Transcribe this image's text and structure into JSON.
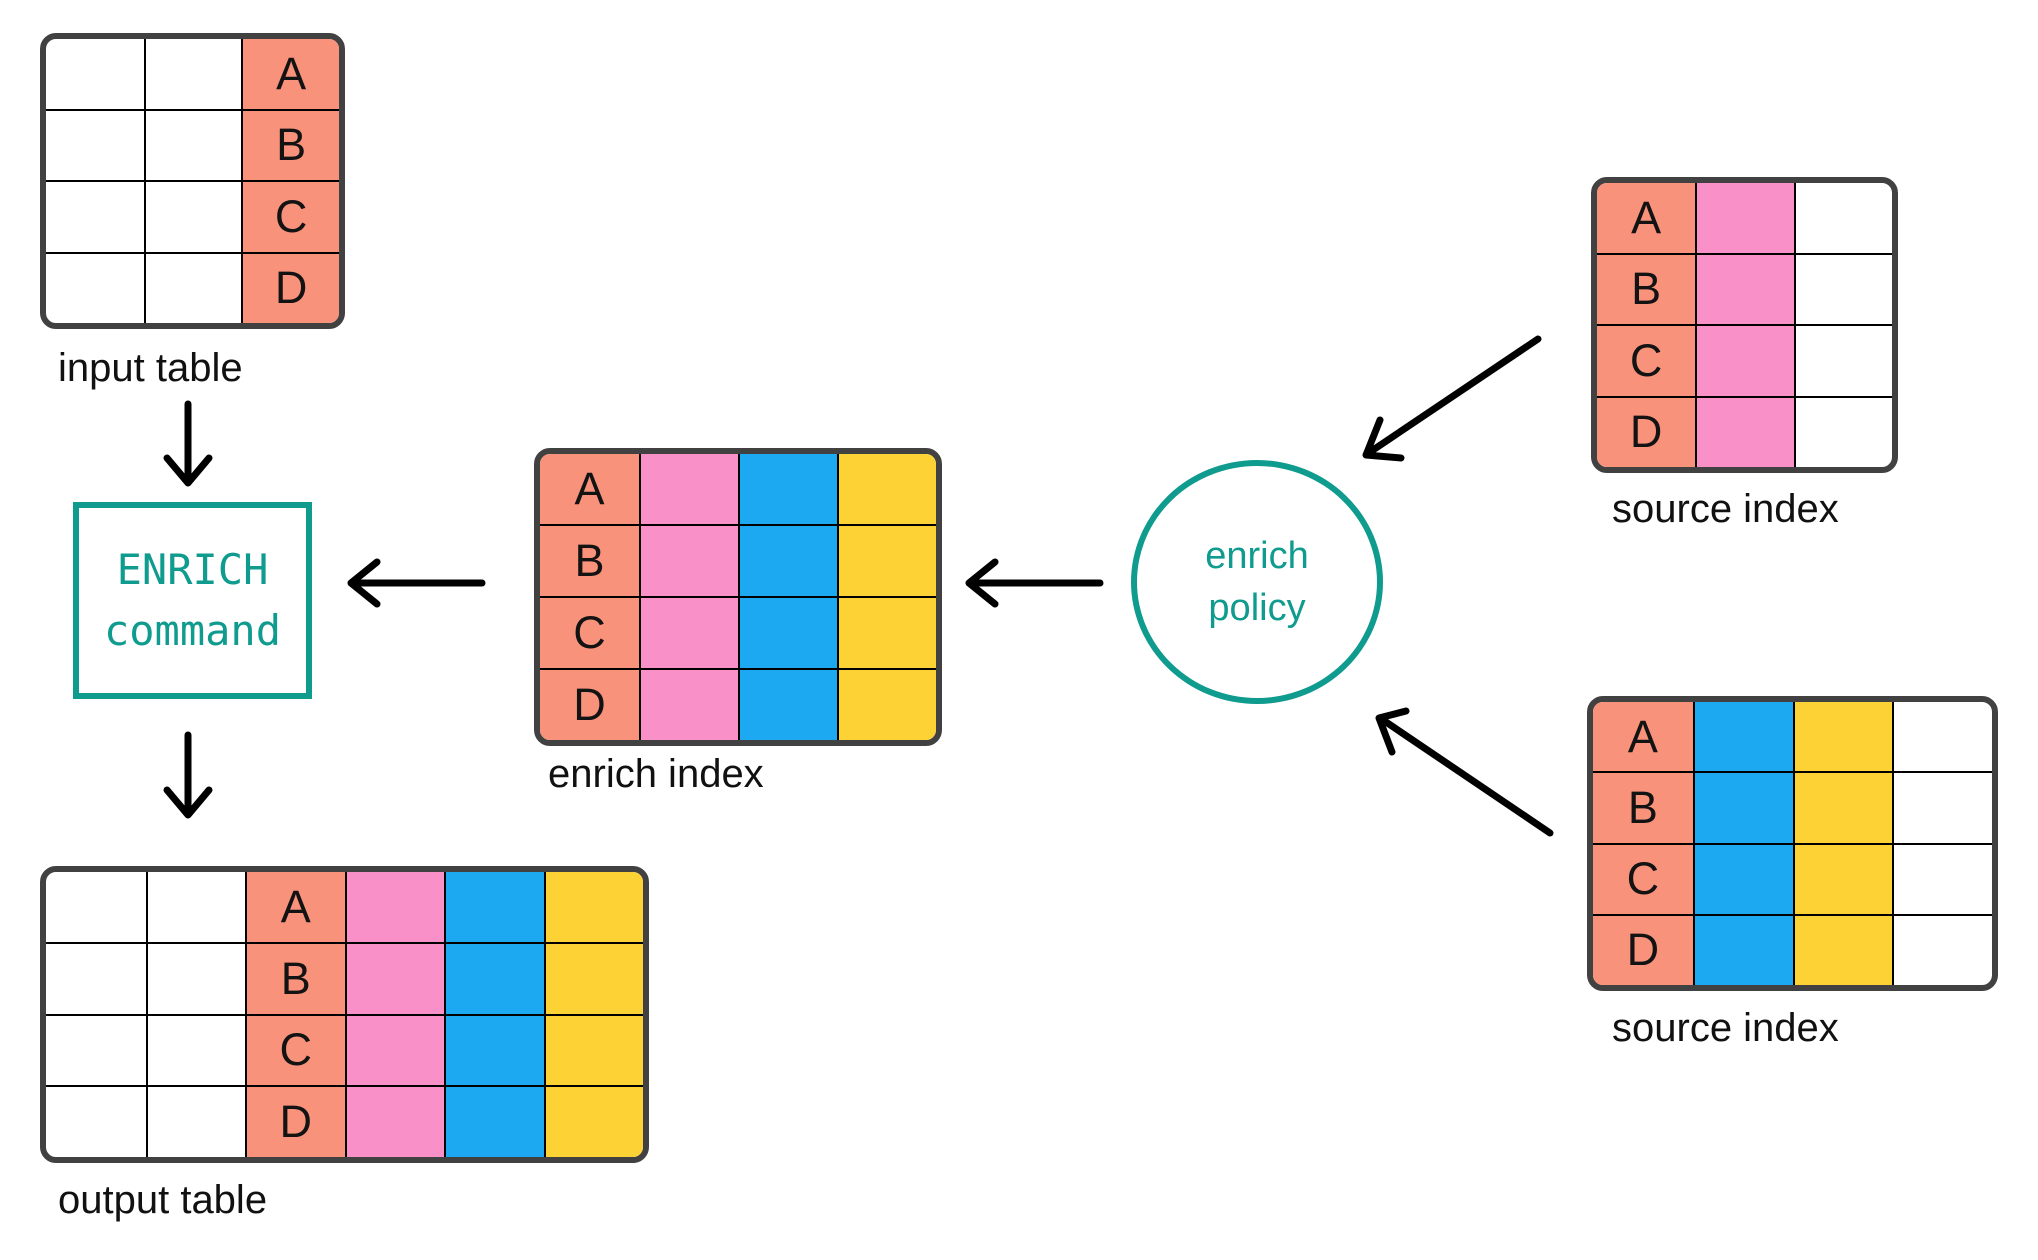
{
  "diagram": {
    "title_semantics": "Elasticsearch enrich processing flow",
    "colors": {
      "salmon": "#F9927B",
      "pink": "#F990C7",
      "blue": "#1CA9F1",
      "yellow": "#FCD235",
      "teal": "#0F9B8E",
      "table_border": "#414141",
      "grid_line": "#000000",
      "arrow": "#000000",
      "label_text": "#111111",
      "background": "#FFFFFF"
    },
    "tables": {
      "input": {
        "label": "input table",
        "keys": [
          "A",
          "B",
          "C",
          "D"
        ]
      },
      "enrich_index": {
        "label": "enrich index",
        "keys": [
          "A",
          "B",
          "C",
          "D"
        ]
      },
      "source_top": {
        "label": "source index",
        "keys": [
          "A",
          "B",
          "C",
          "D"
        ]
      },
      "source_bottom": {
        "label": "source index",
        "keys": [
          "A",
          "B",
          "C",
          "D"
        ]
      },
      "output": {
        "label": "output table",
        "keys": [
          "A",
          "B",
          "C",
          "D"
        ]
      }
    },
    "nodes": {
      "enrich_command": {
        "line1": "ENRICH",
        "line2": "command"
      },
      "enrich_policy": {
        "line1": "enrich",
        "line2": "policy"
      }
    }
  }
}
